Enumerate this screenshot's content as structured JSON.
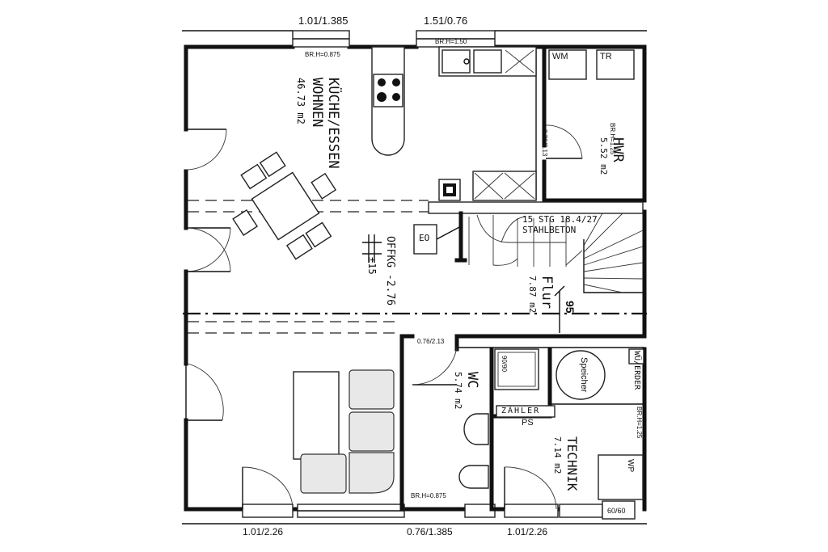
{
  "colors": {
    "line": "#111111",
    "background": "#ffffff",
    "furniture_fill": "#e8e8e8"
  },
  "dimensions": {
    "top_window_left": "1.01/1.385",
    "top_window_right": "1.51/0.76",
    "bottom_window_left": "1.01/2.26",
    "bottom_window_middle": "0.76/1.385",
    "bottom_window_right": "1.01/2.26"
  },
  "sill_heights": {
    "living_top": "BR.H=0.875",
    "kitchen_top": "BR.H=1.50",
    "hwr_right": "BR.H=1.25",
    "technik_right": "BR.H=1.25",
    "wc_bottom": "BR.H=0.875"
  },
  "doors": {
    "hwr_door": "0.76/2.13",
    "wc_door": "0.76/2.13"
  },
  "rooms": {
    "kitchen": {
      "name_line1": "KÜCHE/ESSEN",
      "name_line2": "WOHNEN",
      "area": "46.73 m2"
    },
    "hwr": {
      "name": "HWR",
      "area": "5.52 m2"
    },
    "flur": {
      "name": "Flur",
      "area": "7.87 m2"
    },
    "wc": {
      "name": "WC",
      "area": "5.74 m2"
    },
    "technik": {
      "name": "TECHNIK",
      "area": "7.14 m2"
    }
  },
  "fixtures": {
    "washer": "WM",
    "dryer": "TR",
    "shower": "90/90",
    "meter": "ZÄHLER",
    "ps": "PS",
    "storage_tank": "Speicher",
    "heat_pump": "WP",
    "ground_probe": "WÜ/ERDER",
    "stove": "EO",
    "floor_level": "OFFKG -2.76",
    "floor_marker": "±15",
    "shaft": "60/60",
    "stair_dim": "95",
    "stairs_line1": "15 STG 18.4/27",
    "stairs_line2": "STAHLBETON"
  }
}
